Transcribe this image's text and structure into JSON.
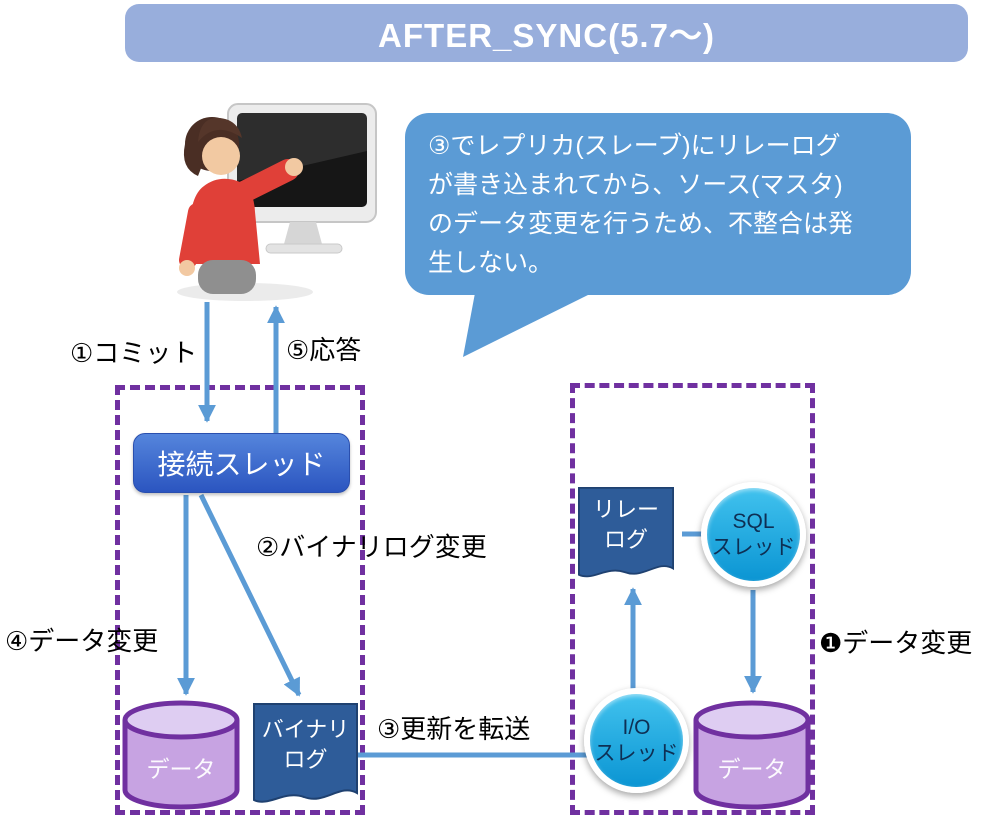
{
  "title": "AFTER_SYNC(5.7～)",
  "speech_bubble": {
    "lines": [
      "③でレプリカ(スレーブ)にリレーログ",
      "が書き込まれてから、ソース(マスタ)",
      "のデータ変更を行うため、不整合は発",
      "生しない。"
    ]
  },
  "flow_labels": {
    "step1": "①コミット",
    "step2": "②バイナリログ変更",
    "step3": "③更新を転送",
    "step4": "④データ変更",
    "step5": "⑤応答",
    "replica_step1": "❶データ変更"
  },
  "nodes": {
    "connection_thread": "接続スレッド",
    "source_data": "データ",
    "binary_log": [
      "バイナリ",
      "ログ"
    ],
    "relay_log": [
      "リレー",
      "ログ"
    ],
    "sql_thread": [
      "SQL",
      "スレッド"
    ],
    "io_thread": [
      "I/O",
      "スレッド"
    ],
    "replica_data": "データ"
  },
  "colors": {
    "title_bar": "#98AEDC",
    "speech_bubble": "#5B9BD5",
    "group_border": "#7030A0",
    "arrow": "#5B9BD5",
    "thread_box": "#3A66C9",
    "cylinder_fill": "#C7A3E2",
    "cylinder_border": "#7030A0",
    "log_shape": "#2E5C99",
    "thread_circle": "#1BA7E1"
  }
}
